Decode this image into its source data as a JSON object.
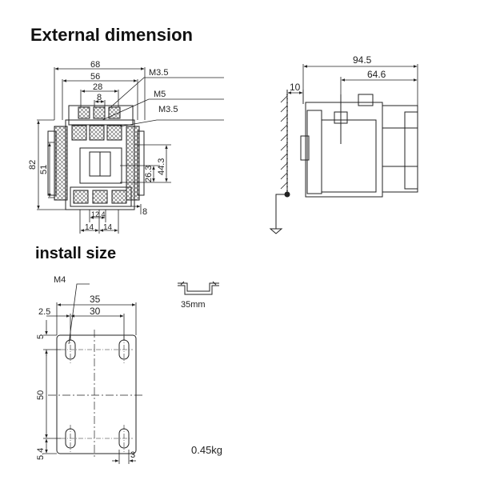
{
  "headings": {
    "external": "External dimension",
    "install": "install size"
  },
  "front_view": {
    "width_overall": "68",
    "width_56": "56",
    "width_28": "28",
    "width_8": "8",
    "screw_top": "M3.5",
    "screw_mid": "M5",
    "screw_low": "M3.5",
    "height_overall": "82",
    "height_51": "51",
    "height_26_3": "26.3",
    "height_44_3": "44.3",
    "offset_8": "8",
    "pitch_12_4": "12.4",
    "pitch_14_left": "14",
    "pitch_14_right": "14"
  },
  "side_view": {
    "depth_overall": "94.5",
    "depth_body": "64.6",
    "rail_offset": "10"
  },
  "rail": {
    "label": "35mm"
  },
  "install_view": {
    "screw": "M4",
    "width_35": "35",
    "width_30": "30",
    "edge_2_5": "2.5",
    "top_5": "5",
    "pitch_50": "50",
    "bottom_5_4": "5.4",
    "slot_3": "3"
  },
  "weight": "0.45kg",
  "colors": {
    "line": "#222222",
    "hatch": "#555555"
  }
}
